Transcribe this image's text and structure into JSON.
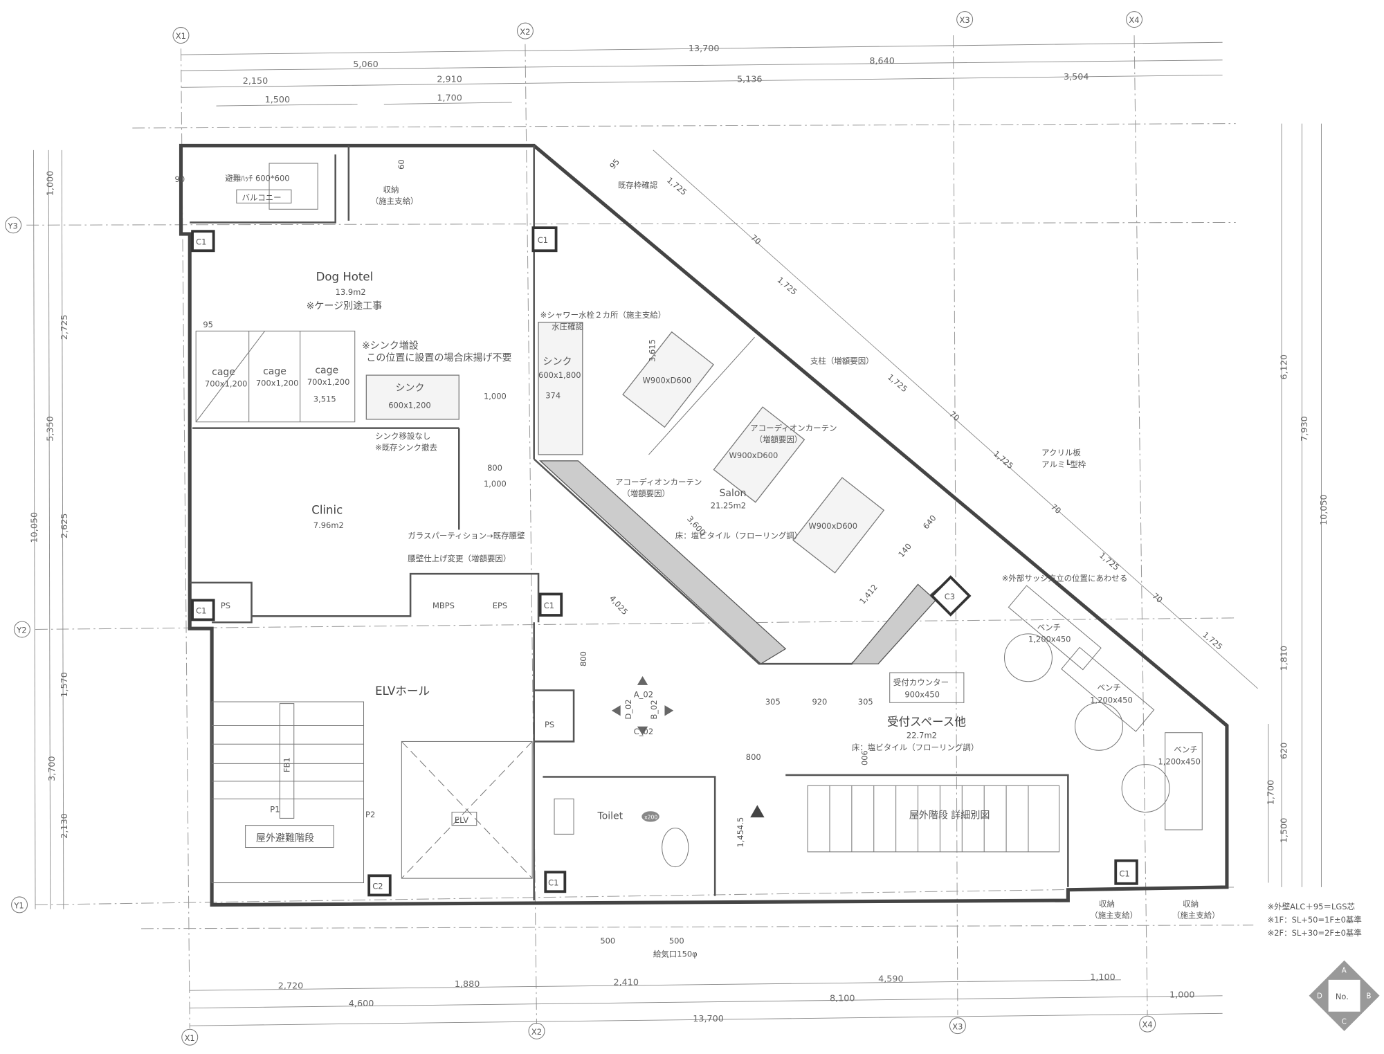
{
  "grid": {
    "x1": "X1",
    "x2": "X2",
    "x3": "X3",
    "x4": "X4",
    "y1": "Y1",
    "y2": "Y2",
    "y3": "Y3"
  },
  "dims_top": {
    "total": "13,700",
    "a": "5,060",
    "b": "8,640",
    "c": "2,150",
    "d": "2,910",
    "e": "5,136",
    "f": "3,504",
    "g": "1,500",
    "h": "1,700"
  },
  "dims_left": {
    "total": "10,050",
    "a": "5,350",
    "b": "3,700",
    "c": "1,000",
    "d": "2,725",
    "e": "2,625",
    "f": "1,570",
    "g": "2,130"
  },
  "dims_right": {
    "a": "6,120",
    "b": "7,930",
    "c": "10,050",
    "d": "1,810",
    "e": "620",
    "f": "1,700",
    "g": "1,500"
  },
  "dims_bottom": {
    "a": "2,720",
    "b": "1,880",
    "c": "2,410",
    "d": "4,590",
    "e": "1,100",
    "f": "4,600",
    "g": "8,100",
    "h": "1,000",
    "total": "13,700"
  },
  "dims_inner": {
    "d95": "95",
    "d60": "60",
    "d90": "90",
    "d3515": "3,515",
    "d1000a": "1,000",
    "d800a": "800",
    "d1000b": "1,000",
    "d374": "374",
    "d3615": "3,615",
    "d3600": "3,600",
    "d4025": "4,025",
    "d800b": "800",
    "d900": "900",
    "d800c": "800",
    "d1454": "1,454.5",
    "d305a": "305",
    "d920": "920",
    "d305b": "305",
    "d1725": "1,725",
    "d70": "70",
    "d640": "640",
    "d140": "140",
    "d1412": "1,412",
    "d95b": "95",
    "d500a": "500",
    "d500b": "500"
  },
  "rooms": {
    "dog_hotel": {
      "name": "Dog Hotel",
      "area": "13.9m2",
      "note": "※ケージ別途工事"
    },
    "clinic": {
      "name": "Clinic",
      "area": "7.96m2"
    },
    "elv_hall": {
      "name": "ELVホール"
    },
    "salon": {
      "name": "Salon",
      "area": "21.25m2",
      "floor": "床：塩ビタイル（フローリング調）"
    },
    "reception": {
      "name": "受付スペース他",
      "area": "22.7m2",
      "floor": "床：塩ビタイル（フローリング調）"
    },
    "toilet": {
      "name": "Toilet",
      "tag": "x200"
    },
    "evac_stair": {
      "name": "屋外避難階段"
    },
    "outdoor_stair": {
      "name": "屋外階段 詳細別図"
    },
    "elv": {
      "name": "ELV"
    },
    "balcony": {
      "hatch": "避難ﾊｯﾁ 600*600",
      "name": "バルコニー"
    },
    "storage": {
      "name": "収納",
      "note": "（施主支給）"
    }
  },
  "fixtures": {
    "cage": "cage",
    "cage_size": "700x1,200",
    "sink_add": "※シンク増設",
    "sink_note": "この位置に設置の場合床揚げ不要",
    "sink": "シンク",
    "sink_size1": "600x1,200",
    "sink_keep": "シンク移設なし",
    "sink_remove": "※既存シンク撤去",
    "sink_size2": "600x1,800",
    "shower": "※シャワー水栓２カ所（施主支給）",
    "pressure": "水圧確認",
    "table": "W900xD600",
    "curtain": "アコーディオンカーテン",
    "cost_up": "（増額要因）",
    "pillar": "支柱（増額要因）",
    "frame_check": "既存枠確認",
    "acrylic": "アクリル板",
    "alu_frame": "アルミ┗型枠",
    "sash_note": "※外部サッシ方立の位置にあわせる",
    "glass": "ガラスパーティション→既存腰壁",
    "wainscot": "腰壁仕上げ変更（増額要因）",
    "mbps": "MBPS",
    "eps": "EPS",
    "ps": "PS",
    "c1": "C1",
    "c2": "C2",
    "c3": "C3",
    "fb1": "FB1",
    "p1": "P1",
    "p2": "P2",
    "bench": "ベンチ",
    "bench_size": "1,200x450",
    "counter": "受付カウンター",
    "counter_size": "900x450",
    "storage": "収納",
    "owner_supply": "（施主支給）",
    "air_inlet": "給気口150φ",
    "a02": "A_02",
    "b02": "B_02",
    "c02": "C_02",
    "d02": "D_02"
  },
  "notes": [
    "※外壁ALC＋95＝LGS芯",
    "※1F：SL+50=1F±0基準",
    "※2F：SL+30=2F±0基準"
  ],
  "title_block": {
    "no": "No.",
    "a": "A",
    "b": "B",
    "c": "C",
    "d": "D"
  }
}
